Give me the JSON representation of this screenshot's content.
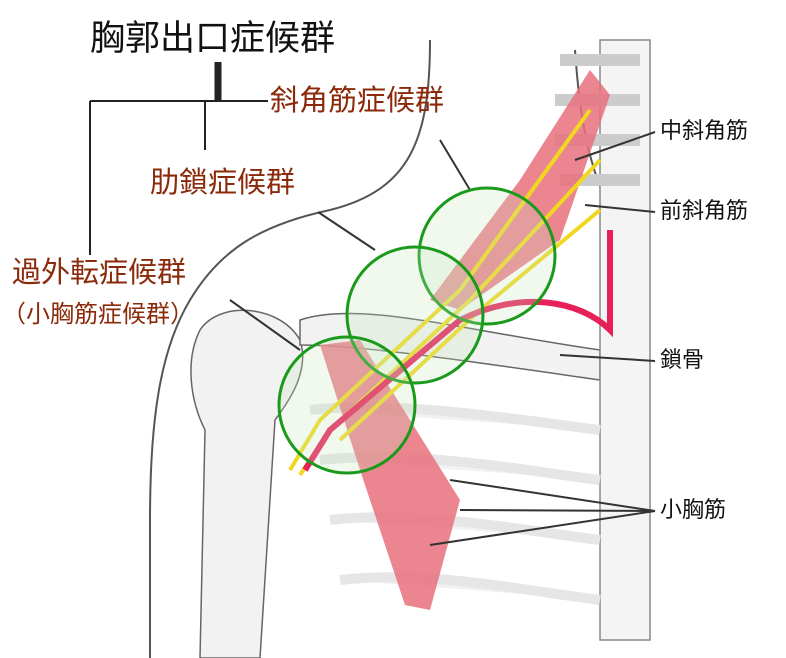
{
  "title": "胸郭出口症候群",
  "syndromes": {
    "scalene": "斜角筋症候群",
    "costoclavicular": "肋鎖症候群",
    "hyperabduction": "過外転症候群",
    "hyperabduction_alt": "（小胸筋症候群）"
  },
  "parts": {
    "middle_scalene": "中斜角筋",
    "anterior_scalene": "前斜角筋",
    "clavicle": "鎖骨",
    "pectoralis_minor": "小胸筋"
  },
  "colors": {
    "syndrome_text": "#8a2a0a",
    "circle": "#1a9a1a",
    "muscle": "#e8707c",
    "nerve": "#f0d820",
    "artery": "#e8205a"
  }
}
